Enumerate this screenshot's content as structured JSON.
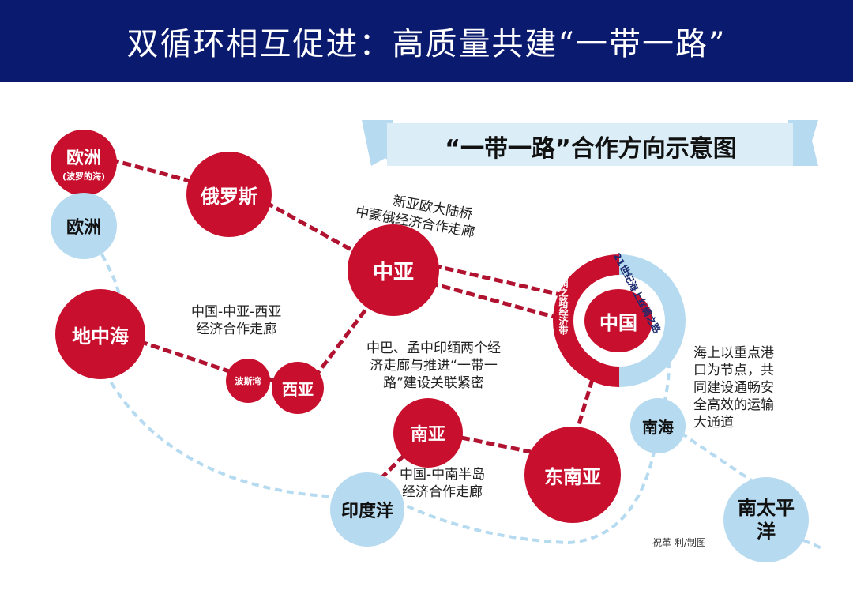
{
  "header": {
    "title": "双循环相互促进：高质量共建“一带一路”"
  },
  "banner": {
    "title": "“一带一路”合作方向示意图"
  },
  "colors": {
    "header_bg": "#0a1a6e",
    "land_route": "#b11230",
    "sea_route": "#b6daf0",
    "banner": "#d8ecf7"
  },
  "nodes": {
    "europe_baltic": {
      "label": "欧洲",
      "sub": "(波罗的海)"
    },
    "russia": {
      "label": "俄罗斯"
    },
    "europe": {
      "label": "欧洲"
    },
    "central_asia": {
      "label": "中亚"
    },
    "mediterranean": {
      "label": "地中海"
    },
    "persian_gulf": {
      "label": "波斯湾"
    },
    "west_asia": {
      "label": "西亚"
    },
    "south_asia": {
      "label": "南亚"
    },
    "southeast_asia": {
      "label": "东南亚"
    },
    "indian_ocean": {
      "label": "印度洋"
    },
    "south_china_sea": {
      "label": "南海"
    },
    "south_pacific": {
      "label": "南太平洋"
    },
    "china": {
      "label": "中国",
      "belt_label": "丝绸之路经济带",
      "road_label": "21世纪海上丝绸之路"
    }
  },
  "labels": {
    "corridor_north": [
      "新亚欧大陆桥",
      "中蒙俄经济合作走廊"
    ],
    "corridor_west": [
      "中国-中亚-西亚",
      "经济合作走廊"
    ],
    "corridor_south": [
      "中巴、孟中印缅两个经",
      "济走廊与推进“一带一",
      "路”建设关联紧密"
    ],
    "corridor_indochina": [
      "中国-中南半岛",
      "经济合作走廊"
    ],
    "sea_note": [
      "海上以重点港",
      "口为节点，共",
      "同建设通畅安",
      "全高效的运输",
      "大通道"
    ]
  },
  "credit": "祝革 利/制图"
}
